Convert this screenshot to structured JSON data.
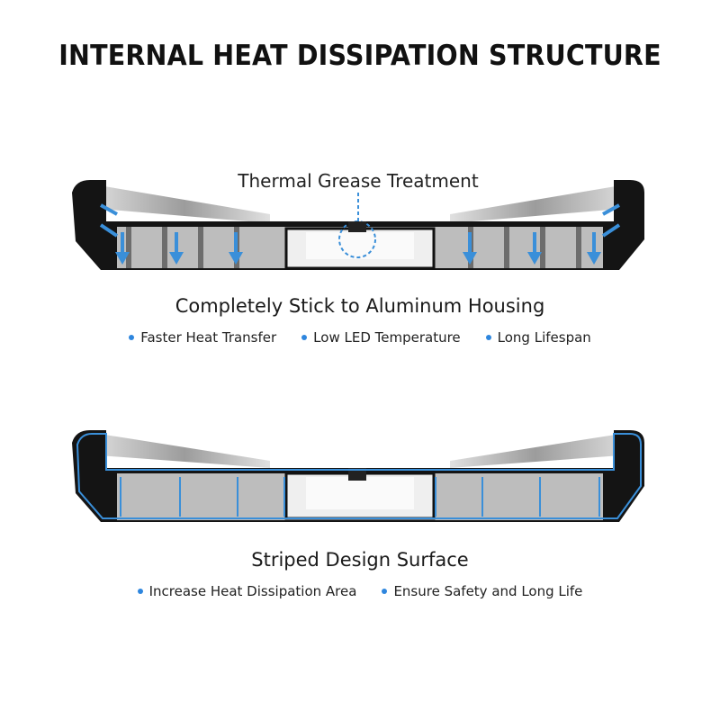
{
  "title": "INTERNAL HEAT DISSIPATION STRUCTURE",
  "section1": {
    "callout": "Thermal Grease Treatment",
    "caption": "Completely Stick to Aluminum Housing",
    "bullets": [
      "Faster Heat Transfer",
      "Low LED Temperature",
      "Long Lifespan"
    ]
  },
  "section2": {
    "caption": "Striped Design Surface",
    "bullets": [
      "Increase Heat Dissipation Area",
      "Ensure Safety and Long Life"
    ]
  },
  "colors": {
    "accent": "#2e86de",
    "housing": "#111111",
    "arrow": "#3a8fd9"
  }
}
